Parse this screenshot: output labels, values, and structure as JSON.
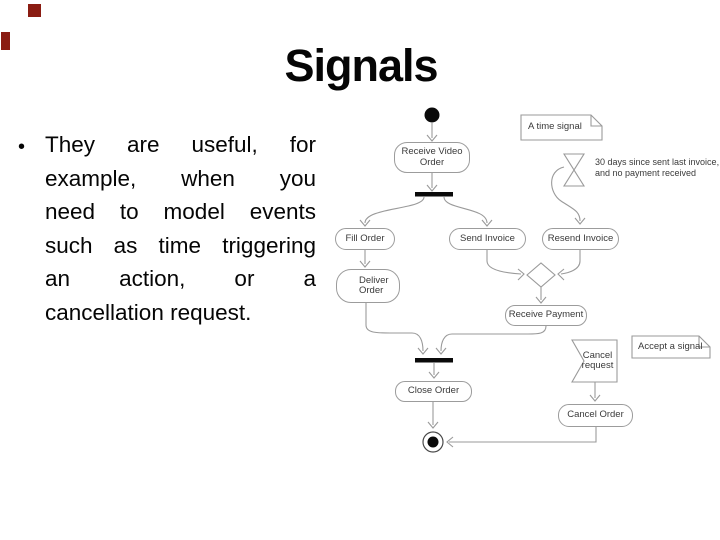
{
  "slide": {
    "title": "Signals"
  },
  "bullet": {
    "glyph": "•",
    "lines": [
      "They are useful, for",
      "example, when you",
      "need to model events",
      "such as time triggering",
      "an action, or a",
      "cancellation request."
    ]
  },
  "diagram": {
    "nodes": {
      "receive_video": {
        "label": "Receive Video\nOrder"
      },
      "fill_order": {
        "label": "Fill Order"
      },
      "send_invoice": {
        "label": "Send Invoice"
      },
      "resend_invoice": {
        "label": "Resend Invoice"
      },
      "deliver_order": {
        "label": "Deliver\nOrder"
      },
      "receive_payment": {
        "label": "Receive Payment"
      },
      "close_order": {
        "label": "Close Order"
      },
      "cancel_request": {
        "label": "Cancel\nrequest"
      },
      "cancel_order": {
        "label": "Cancel Order"
      }
    },
    "notes": {
      "time_signal": "A time signal",
      "accept_signal": "Accept a signal"
    },
    "annotations": {
      "time_condition": "30 days since sent last invoice,\nand no payment received"
    }
  },
  "colors": {
    "accent_red": "#8a1c12",
    "diagram_line": "#9a9a9a",
    "bar_black": "#0a0a0a",
    "text": "#050505"
  }
}
